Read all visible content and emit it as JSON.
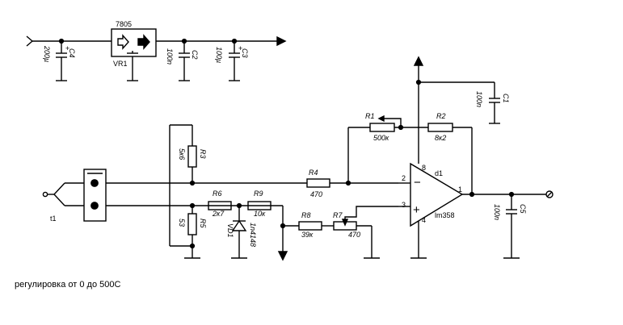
{
  "regulator": {
    "part": "7805",
    "ref": "VR1"
  },
  "capacitors": {
    "c4": {
      "ref": "C4",
      "value": "200µ"
    },
    "c2": {
      "ref": "C2",
      "value": "100n"
    },
    "c3": {
      "ref": "C3",
      "value": "100µ"
    },
    "c1": {
      "ref": "C1",
      "value": "100n"
    },
    "c5": {
      "ref": "C5",
      "value": "100n"
    }
  },
  "resistors": {
    "r1": {
      "ref": "R1",
      "value": "500к"
    },
    "r2": {
      "ref": "R2",
      "value": "8к2"
    },
    "r3": {
      "ref": "R3",
      "value": "5к6"
    },
    "r4": {
      "ref": "R4",
      "value": "470"
    },
    "r5": {
      "ref": "R5",
      "value": "53"
    },
    "r6": {
      "ref": "R6",
      "value": "2к7"
    },
    "r7": {
      "ref": "R7",
      "value": "470"
    },
    "r8": {
      "ref": "R8",
      "value": "39к"
    },
    "r9": {
      "ref": "R9",
      "value": "10к"
    }
  },
  "diode": {
    "ref": "VD1",
    "value": "1n4148"
  },
  "opamp": {
    "ref": "d1",
    "part": "lm358",
    "pin_minus": "2",
    "pin_plus": "3",
    "pin_out": "1",
    "pin_vcc": "8",
    "pin_gnd": "4"
  },
  "thermocouple": {
    "ref": "t1"
  },
  "caption": "регулировка от 0 до 500С"
}
